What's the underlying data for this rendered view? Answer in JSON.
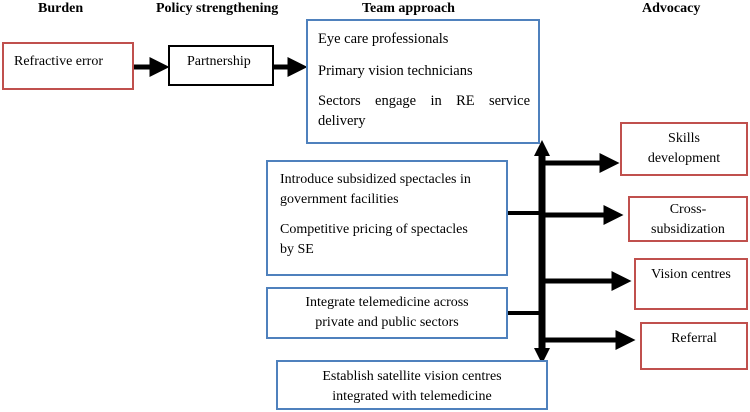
{
  "headers": {
    "burden": "Burden",
    "policy": "Policy strengthening",
    "team": "Team approach",
    "advocacy": "Advocacy"
  },
  "boxes": {
    "refractive_error": "Refractive error",
    "partnership": "Partnership",
    "team_items": [
      "Eye care professionals",
      "Primary vision technicians",
      "Sectors engage in RE service",
      "delivery"
    ],
    "spectacles": [
      "Introduce subsidized spectacles in",
      "government facilities",
      "Competitive pricing of spectacles",
      "by SE"
    ],
    "telemedicine": [
      "Integrate telemedicine across",
      "private and public sectors"
    ],
    "satellite": [
      "Establish satellite vision centres",
      "integrated with telemedicine"
    ],
    "advocacy_items": [
      [
        "Skills",
        "development"
      ],
      [
        "Cross-",
        "subsidization"
      ],
      [
        "Vision centres"
      ],
      [
        "Referral"
      ]
    ]
  },
  "colors": {
    "red_border": "#c0504d",
    "blue_border": "#4f81bd",
    "arrow": "#000000"
  }
}
